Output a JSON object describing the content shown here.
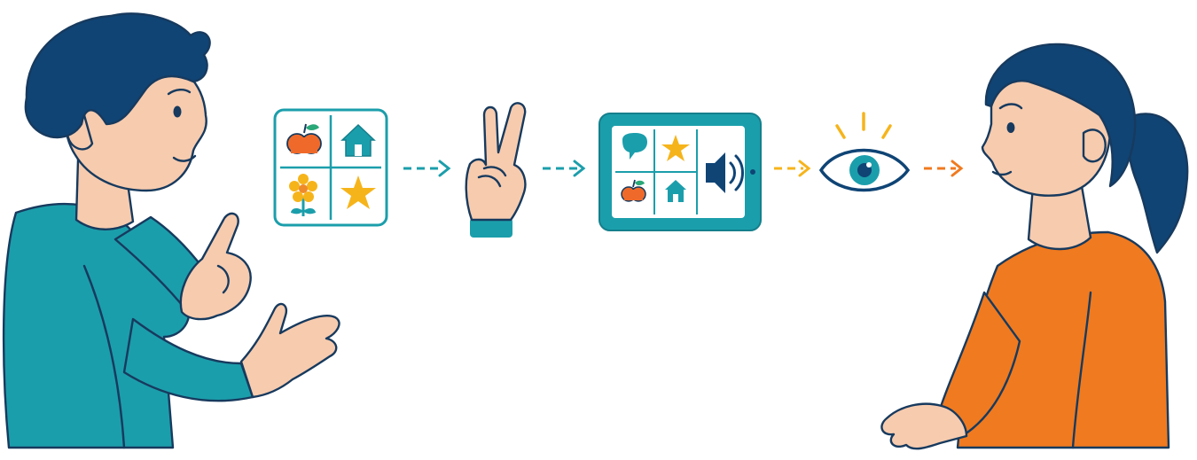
{
  "colors": {
    "navy": "#0f4475",
    "teal": "#1b9eab",
    "teal_dark": "#157f8c",
    "skin": "#f7cbae",
    "orange": "#f07a1f",
    "yellow": "#f6b41b",
    "eye_arrow": "#f3a32a",
    "red_apple": "#ef6a2a",
    "outline": "#173a5e"
  },
  "flow": [
    {
      "step": "symbol-board",
      "icons": [
        "apple-icon",
        "house-icon",
        "flower-icon",
        "star-icon"
      ]
    },
    {
      "step": "hand-sign",
      "icons": [
        "peace-sign-hand-icon"
      ]
    },
    {
      "step": "speech-device",
      "icons": [
        "speech-bubble-icon",
        "star-icon",
        "speaker-icon",
        "apple-icon",
        "house-icon"
      ]
    },
    {
      "step": "visual-attention",
      "icons": [
        "eye-icon"
      ]
    }
  ],
  "people": [
    {
      "role": "communicator",
      "shirt": "teal"
    },
    {
      "role": "listener",
      "shirt": "orange"
    }
  ]
}
